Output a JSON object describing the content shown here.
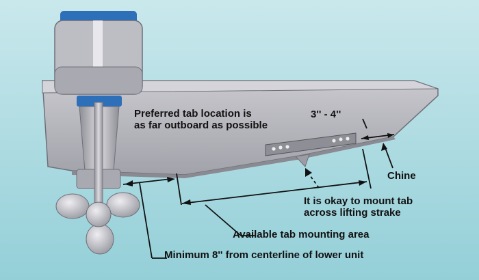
{
  "colors": {
    "background_top": "#c9e8ec",
    "background_bottom": "#94cfd8",
    "hull": "#b4b4bb",
    "hull_edge": "#6f6f78",
    "motor_cap": "#2d6fb8",
    "propeller": "#c4c4cc",
    "trim_tab": "#8e8e96",
    "annotation_line": "#111111"
  },
  "labels": {
    "preferred": [
      "Preferred tab location is",
      "as far outboard as possible"
    ],
    "distance": "3'' - 4''",
    "chine": "Chine",
    "lifting_strake": [
      "It is okay to mount tab",
      "across lifting strake"
    ],
    "available_area": "Available tab mounting area",
    "minimum": "Minimum 8'' from centerline of lower unit"
  }
}
